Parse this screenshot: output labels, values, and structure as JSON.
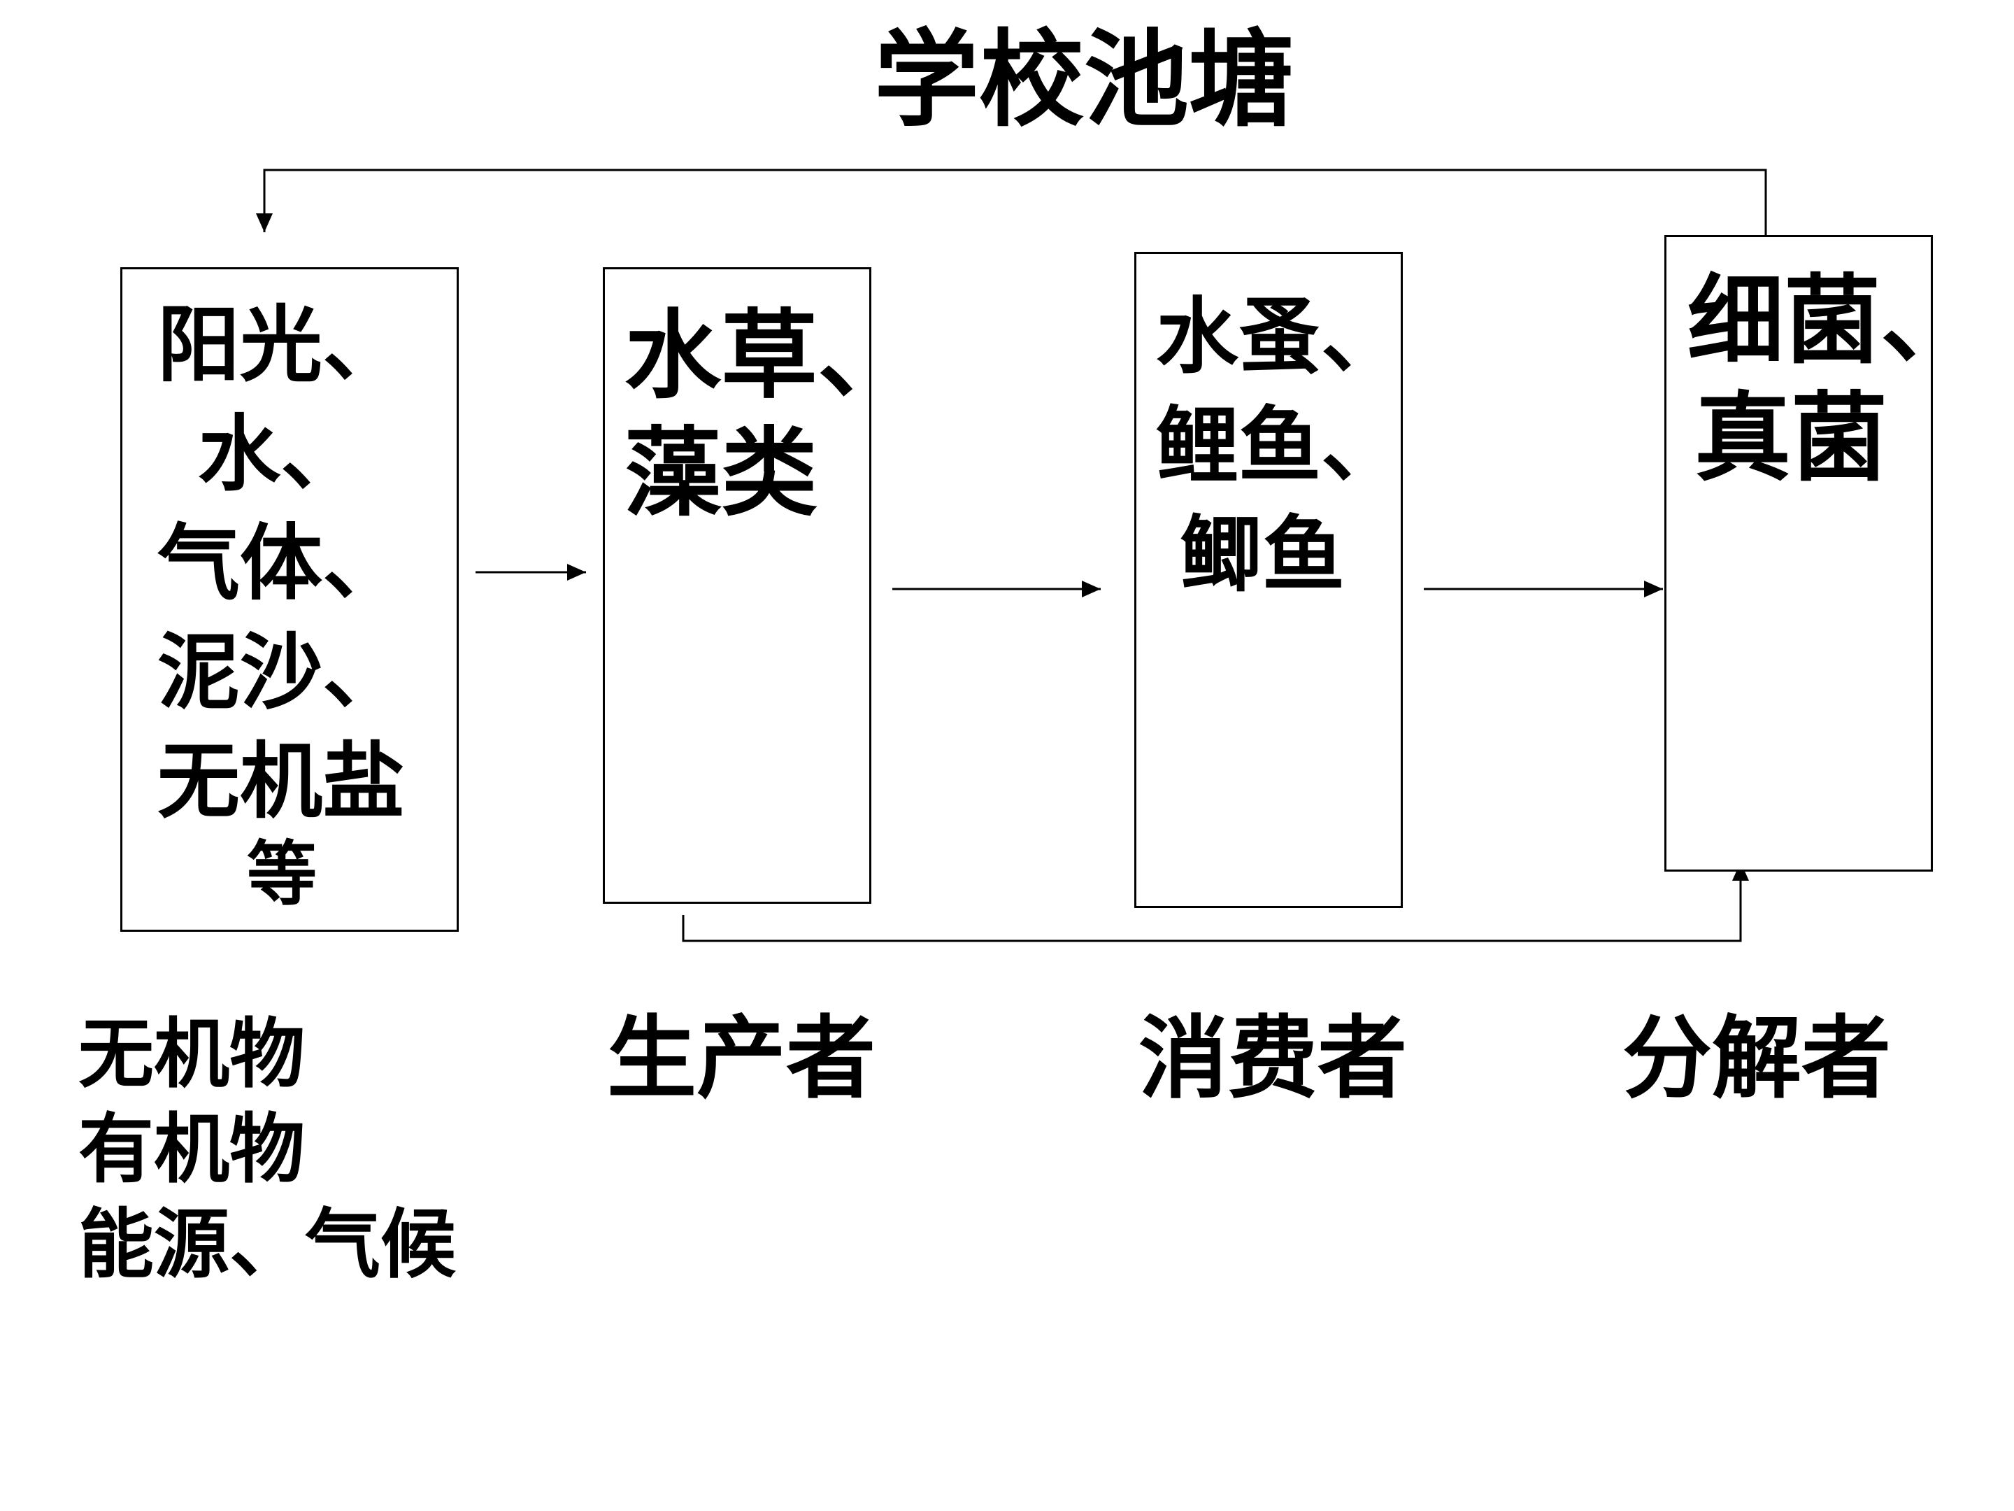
{
  "title": "学校池塘",
  "boxes": {
    "abiotic": [
      "阳光、",
      "水、",
      "气体、",
      "泥沙、",
      "无机盐",
      "等"
    ],
    "producers": [
      "水草、",
      "藻类"
    ],
    "consumers": [
      "水蚤、",
      "鲤鱼、",
      "鲫鱼"
    ],
    "decomposers": [
      "细菌、",
      "真菌"
    ]
  },
  "labels": {
    "producers": "生产者",
    "consumers": "消费者",
    "decomposers": "分解者"
  },
  "abiotic_factors": [
    "无机物",
    "有机物",
    "能源、气候"
  ]
}
